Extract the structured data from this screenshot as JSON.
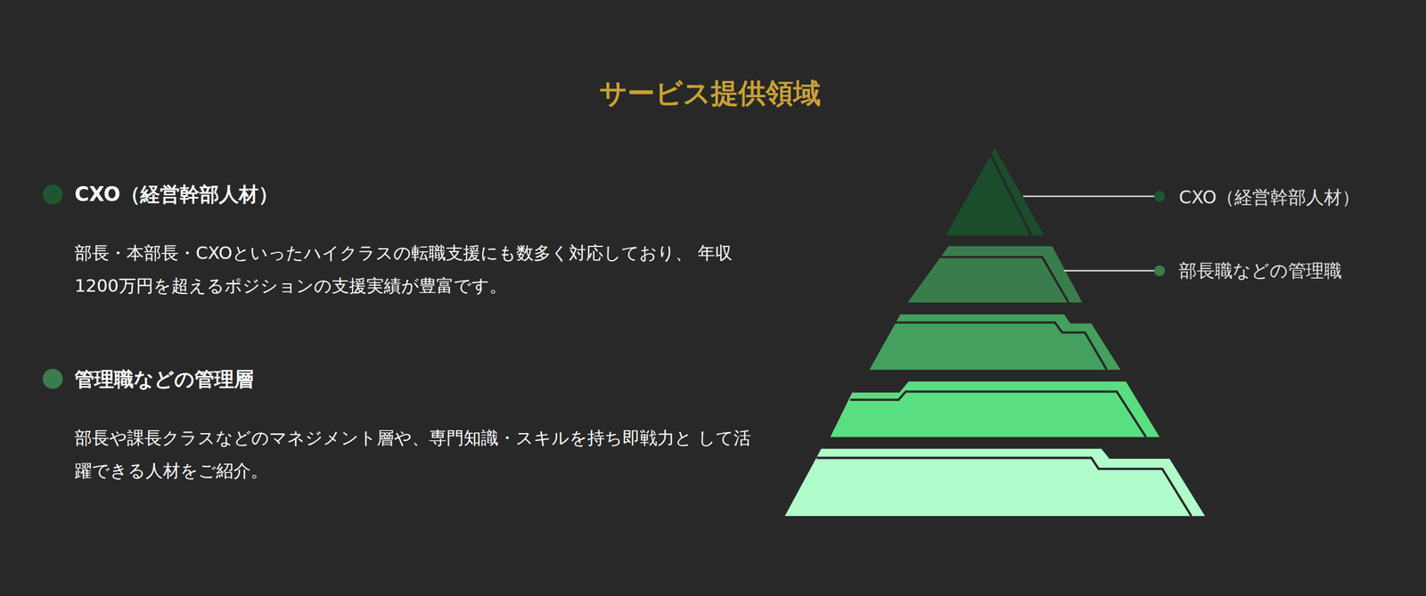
{
  "diagram": {
    "title": "サービス提供領域",
    "labels": [
      "CXO（経営幹部人材）",
      "部長・本部長・CXOといったハイクラスの転職支援にも数多く対応しており、 年収1200万円を超えるポジションの支援実績が豊富です。",
      "管理職などの管理層",
      "部長や課長クラスなどのマネジメント層や、専門知識・スキルを持ち即戦力と して活躍できる人材をご紹介。",
      "CXO（経営幹部人材）",
      "部長職などの管理職"
    ]
  }
}
